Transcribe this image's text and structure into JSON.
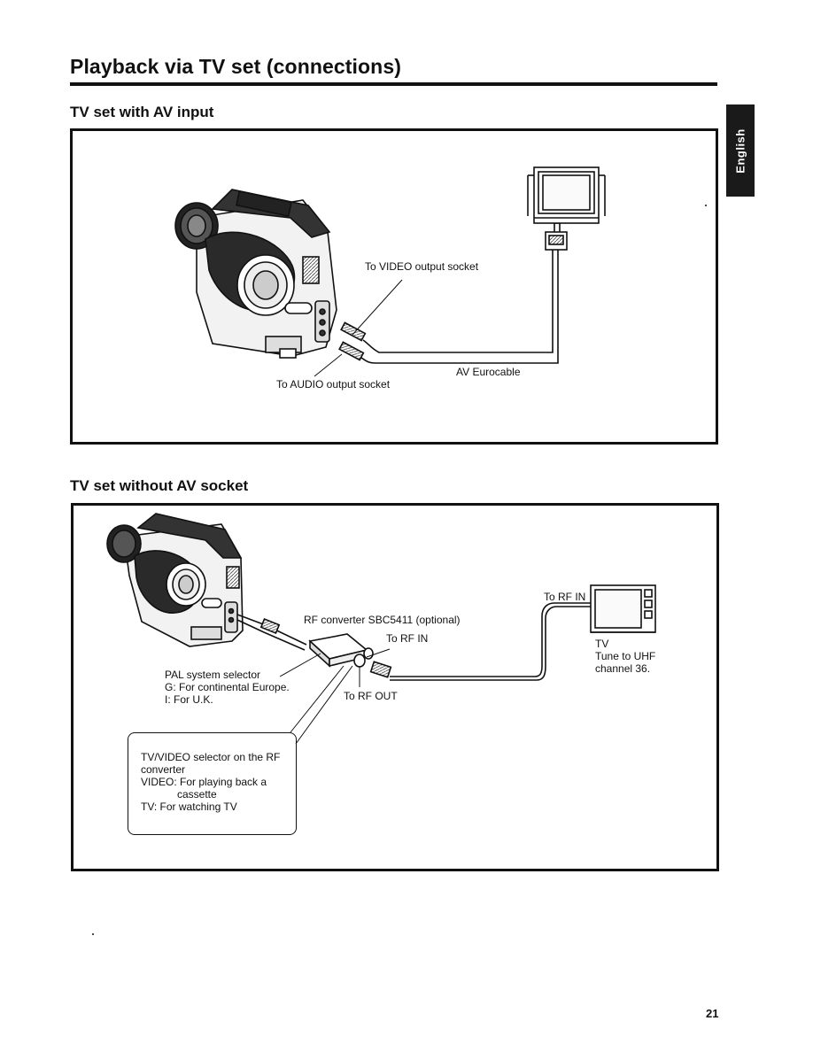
{
  "page": {
    "title": "Playback via TV set (connections)",
    "language_tab": "English",
    "page_number": "21"
  },
  "section_av_input": {
    "heading": "TV set with AV input",
    "labels": {
      "video_socket": "To VIDEO output socket",
      "audio_socket": "To AUDIO output socket",
      "cable": "AV Eurocable"
    }
  },
  "section_no_av": {
    "heading": "TV set without AV socket",
    "labels": {
      "rf_converter": "RF converter SBC5411 (optional)",
      "to_rf_in_converter": "To RF IN",
      "to_rf_in_tv": "To RF IN",
      "to_rf_out": "To RF OUT",
      "pal_lines": [
        "PAL system selector",
        "G:  For continental Europe.",
        "I:   For U.K."
      ],
      "tv_lines": [
        "TV",
        "Tune to UHF",
        "channel 36."
      ]
    },
    "note": {
      "lines": [
        "TV/VIDEO selector on the RF",
        "converter",
        "VIDEO: For playing back a",
        "cassette",
        "TV:      For watching TV"
      ]
    }
  }
}
